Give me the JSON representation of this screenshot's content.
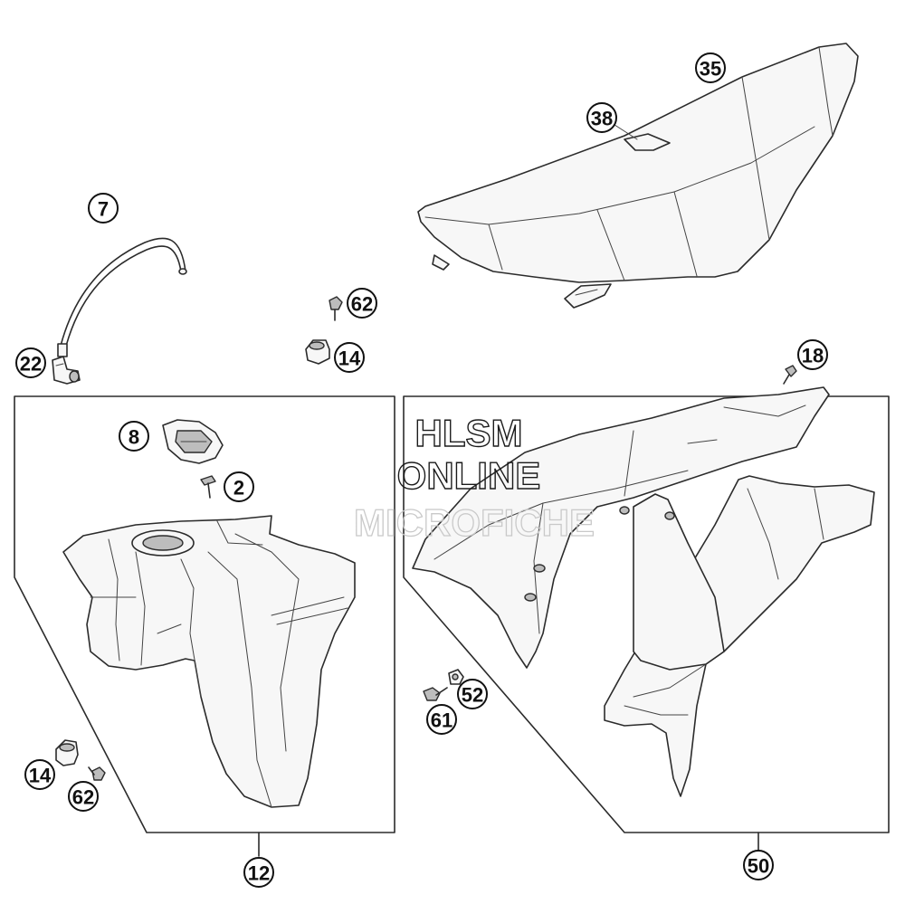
{
  "callouts": {
    "c35": "35",
    "c38": "38",
    "c7": "7",
    "c62_top": "62",
    "c14_top": "14",
    "c22": "22",
    "c18": "18",
    "c8": "8",
    "c2": "2",
    "c52": "52",
    "c61": "61",
    "c14_bottom": "14",
    "c62_bottom": "62",
    "c12": "12",
    "c50": "50"
  },
  "watermark": {
    "line1": "HLSM",
    "line2": "ONLINE",
    "line3": "MICROFICHE"
  }
}
